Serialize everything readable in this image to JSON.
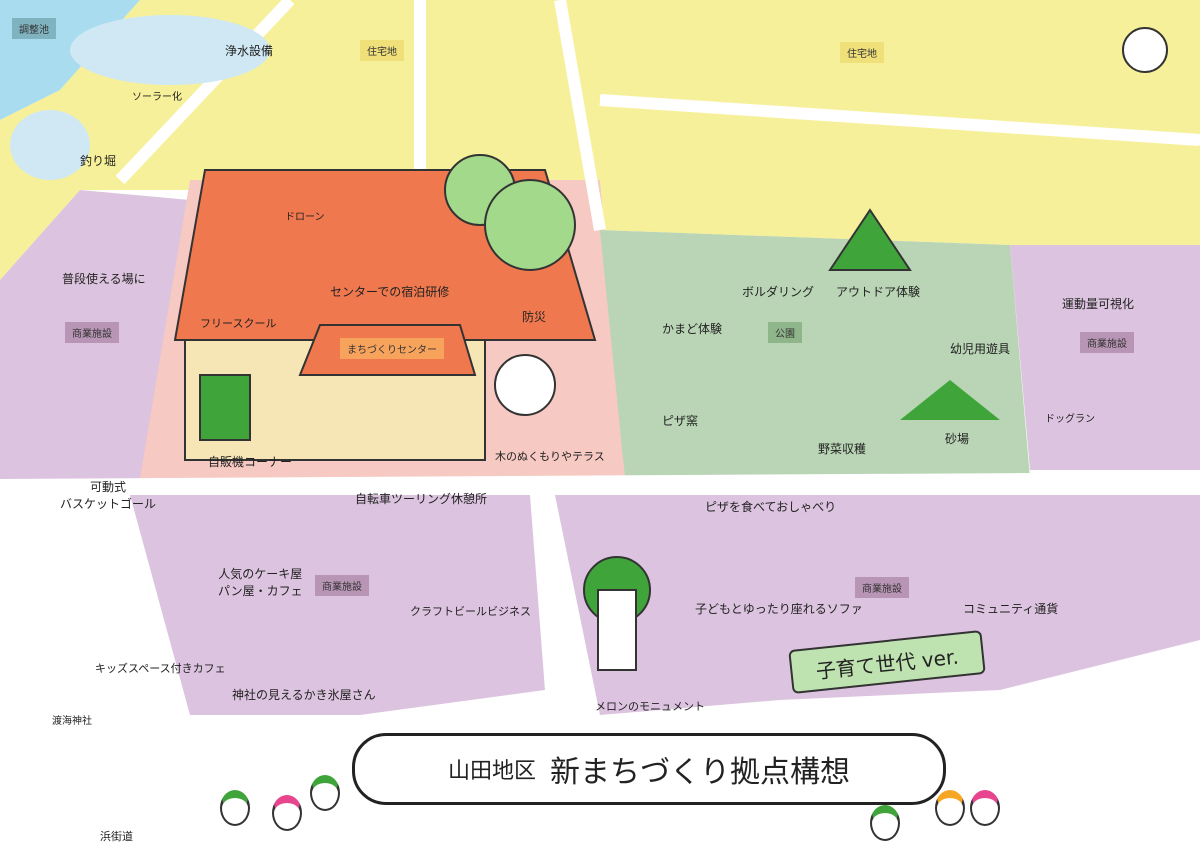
{
  "title": {
    "district": "山田地区",
    "main": "新まちづくり拠点構想"
  },
  "banner": "子育て世代 ver.",
  "area_tags": {
    "pond": "調整池",
    "residential_1": "住宅地",
    "residential_2": "住宅地",
    "commercial_left": "商業施設",
    "commercial_right": "商業施設",
    "commercial_bottom_left": "商業施設",
    "commercial_bottom_right": "商業施設",
    "park": "公園",
    "center": "まちづくりセンター"
  },
  "labels": {
    "water": "浄水設備",
    "solar": "ソーラー化",
    "fishing": "釣り堀",
    "drone": "ドローン",
    "lodging": "センターでの宿泊研修",
    "disaster": "防災",
    "everyday": "普段使える場に",
    "free_school": "フリースクール",
    "vending": "自販機コーナー",
    "terrace": "木のぬくもりやテラス",
    "cycling": "自転車ツーリング休憩所",
    "basket": "可動式\nバスケットゴール",
    "kamado": "かまど体験",
    "bouldering": "ボルダリング",
    "outdoor": "アウトドア体験",
    "activity": "運動量可視化",
    "toddler": "幼児用遊具",
    "pizza_oven": "ピザ窯",
    "vegetable": "野菜収穫",
    "sandbox": "砂場",
    "dogrun": "ドッグラン",
    "pizza_talk": "ピザを食べておしゃべり",
    "cake": "人気のケーキ屋\nパン屋・カフェ",
    "craft_beer": "クラフトビールビジネス",
    "kids_cafe": "キッズスペース付きカフェ",
    "shaved_ice": "神社の見えるかき氷屋さん",
    "shrine": "渡海神社",
    "melon": "メロンのモニュメント",
    "sofa": "子どもとゆったり座れるソファ",
    "currency": "コミュニティ通貨",
    "road": "浜街道"
  },
  "colors": {
    "residential": "#f7f09a",
    "commercial": "#dcc3df",
    "park": "#b9d5b5",
    "site": "#f6c9c2",
    "roof": "#f0784e",
    "water": "#a9dcef"
  }
}
